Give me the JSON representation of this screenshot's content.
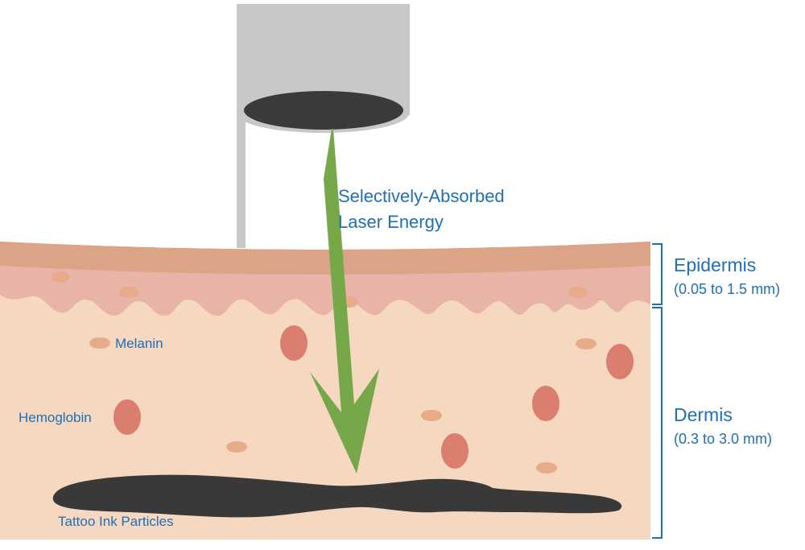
{
  "laser": {
    "label_line1": "Selectively-Absorbed",
    "label_line2": "Laser Energy"
  },
  "layers": {
    "epidermis": {
      "name": "Epidermis",
      "depth": "(0.05 to 1.5 mm)"
    },
    "dermis": {
      "name": "Dermis",
      "depth": "(0.3 to 3.0 mm)"
    }
  },
  "labels": {
    "melanin": "Melanin",
    "hemoglobin": "Hemoglobin",
    "ink": "Tattoo Ink Particles"
  },
  "colors": {
    "label_text": "#1f6fb5",
    "bracket": "#1f6fb5",
    "laser_housing": "#c8c8c8",
    "laser_lens": "#3a3a3a",
    "laser_beam": "#76a84a",
    "epidermis_top": "#dba487",
    "epidermis": "#e8b4a7",
    "dermis": "#f5d8bf",
    "melanin": "#e8ab8a",
    "hemoglobin": "#da7f70",
    "ink": "#393939"
  }
}
